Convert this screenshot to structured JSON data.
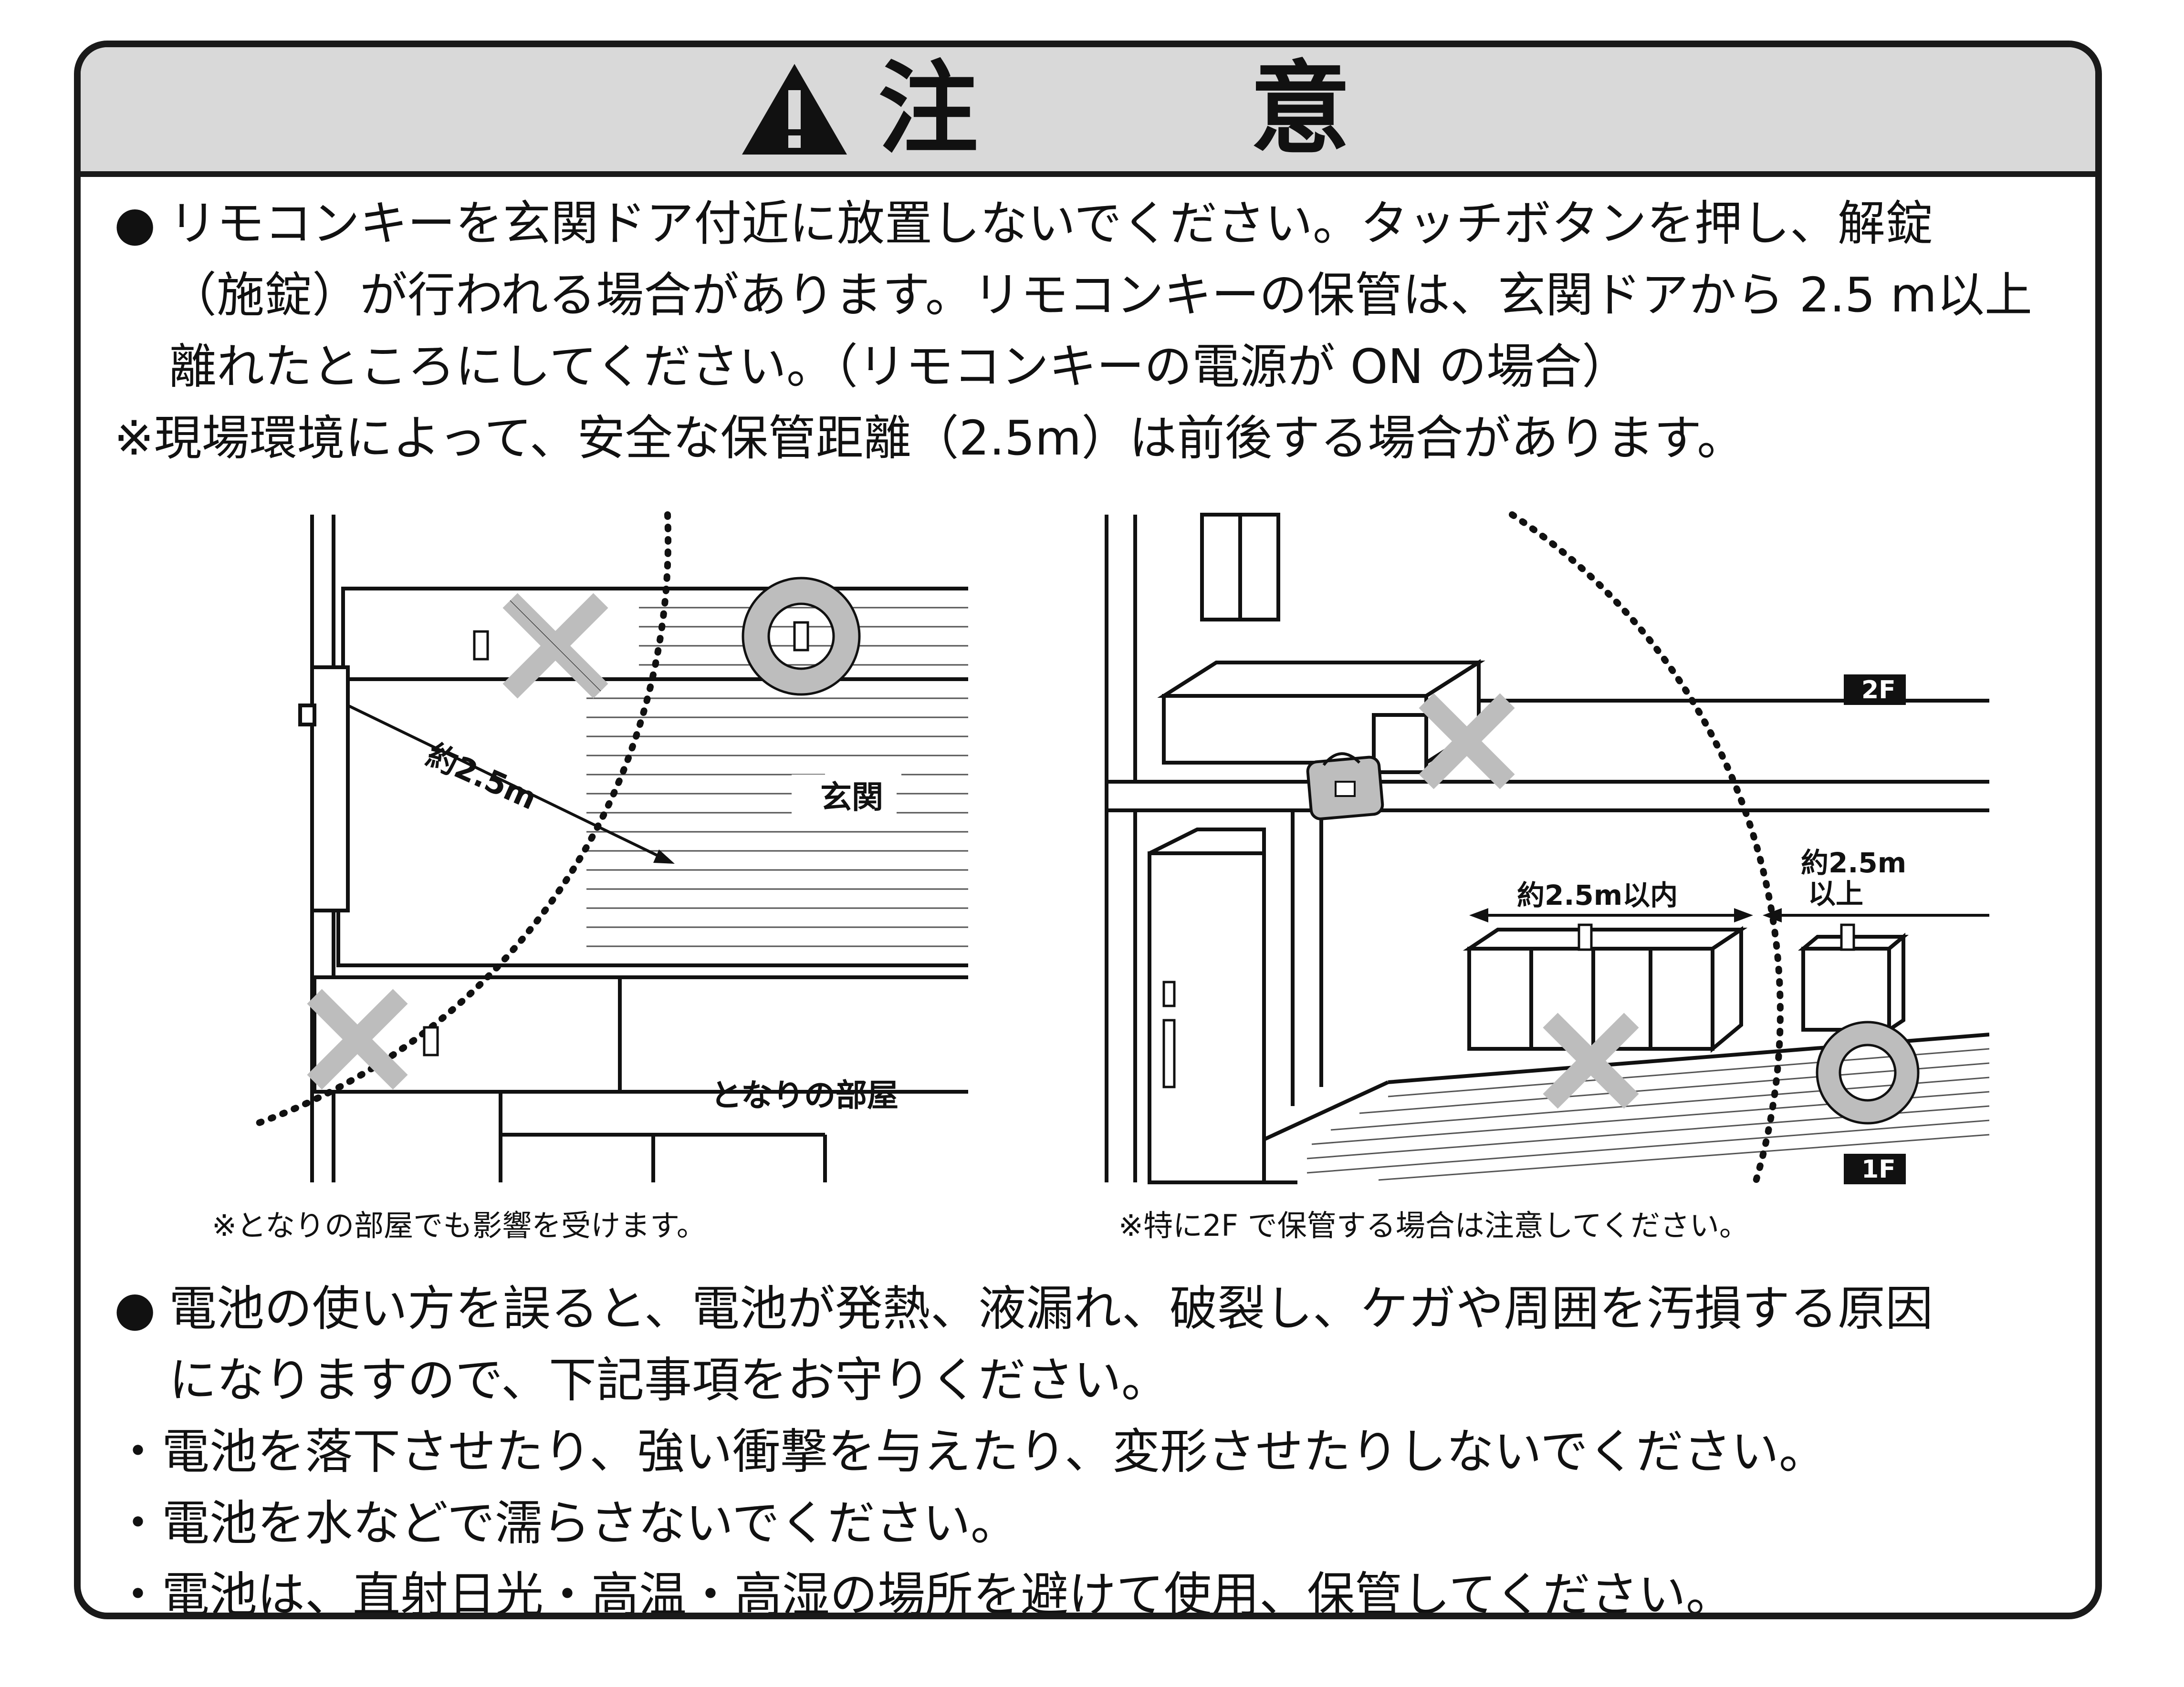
{
  "header": {
    "title": "注　意",
    "icon": "warning-icon"
  },
  "section1": {
    "bullet": "●",
    "lines": [
      "リモコンキーを玄関ドア付近に放置しないでください。タッチボタンを押し、解錠",
      "（施錠）が行われる場合があります。リモコンキーの保管は、玄関ドアから 2.5 m以上",
      "離れたところにしてください。（リモコンキーの電源が ON の場合）"
    ],
    "note": "※現場環境によって、安全な保管距離（2.5m）は前後する場合があります。"
  },
  "diagram_left": {
    "distance_label": "約2.5m",
    "entrance_label": "玄関",
    "next_room_label": "となりの部屋",
    "caption": "※となりの部屋でも影響を受けます。"
  },
  "diagram_right": {
    "floor2_label": "2F",
    "floor1_label": "1F",
    "within_label": "約2.5m以内",
    "over_label_1": "約2.5m",
    "over_label_2": "以上",
    "caption": "※特に2F で保管する場合は注意してください。"
  },
  "section2": {
    "bullet": "●",
    "lines": [
      "電池の使い方を誤ると、電池が発熱、液漏れ、破裂し、ケガや周囲を汚損する原因",
      "になりますので、下記事項をお守りください。"
    ],
    "items": [
      "・電池を落下させたり、強い衝撃を与えたり、変形させたりしないでください。",
      "・電池を水などで濡らさないでください。",
      "・電池は、直射日光・高温・高湿の場所を避けて使用、保管してください。"
    ]
  },
  "colors": {
    "border": "#1a1a1a",
    "header_bg": "#d9d9d9",
    "mark_gray": "#bdbdbd"
  }
}
